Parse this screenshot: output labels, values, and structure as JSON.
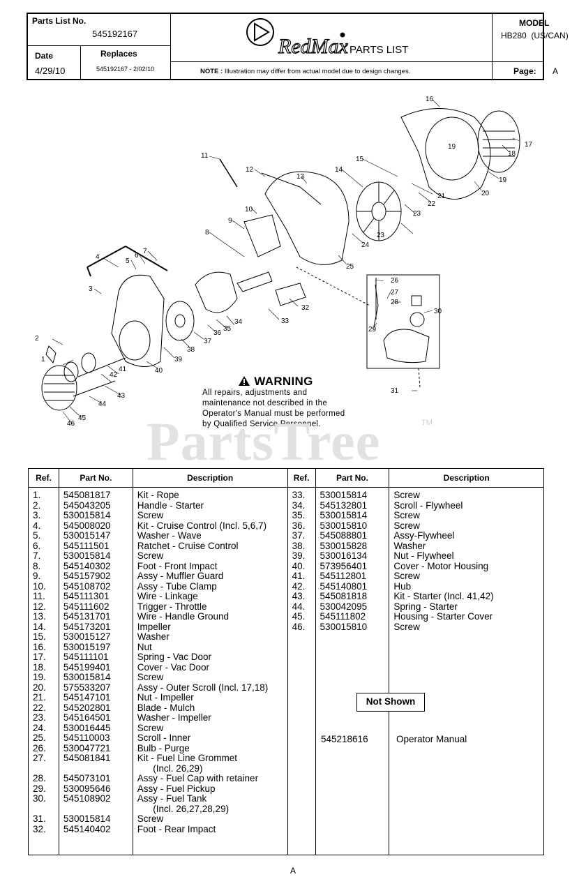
{
  "header": {
    "parts_list_no_label": "Parts List No.",
    "parts_list_no": "545192167",
    "date_label": "Date",
    "date": "4/29/10",
    "replaces_label": "Replaces",
    "replaces": "545192167 - 2/02/10",
    "brand": "RedMax",
    "title": "PARTS LIST",
    "note_label": "NOTE :",
    "note": "Illustration may differ from actual model due to design changes.",
    "model_label": "MODEL",
    "model": "HB280  (US/CAN)",
    "page_label": "Page:",
    "page": "A"
  },
  "warning": {
    "title": "WARNING",
    "text": "All repairs, adjustments and maintenance not described in the Operator's Manual must be performed by Qualified Service Personnel."
  },
  "watermark": {
    "text": "PartsTree",
    "tm": "TM"
  },
  "table": {
    "headers": [
      "Ref.",
      "Part No.",
      "Description",
      "Ref.",
      "Part No.",
      "Description"
    ],
    "left_refs": "1.\n2.\n3.\n4.\n5.\n6.\n7.\n8.\n9.\n10.\n11.\n12.\n13.\n14.\n15.\n16.\n17.\n18.\n19.\n20.\n21.\n22.\n23.\n24.\n25.\n26.\n27.\n\n28.\n29.\n30.\n\n31.\n32.",
    "left_parts": "545081817\n545043205\n530015814\n545008020\n530015147\n545111501\n530015814\n545140302\n545157902\n545108702\n545111301\n545111602\n545131701\n545173201\n530015127\n530015197\n545111101\n545199401\n530015814\n575533207\n545147101\n545202801\n545164501\n530016445\n545110003\n530047721\n545081841\n\n545073101\n530095646\n545108902\n\n530015814\n545140402",
    "left_desc": "Kit - Rope\nHandle - Starter\nScrew\nKit - Cruise Control (Incl. 5,6,7)\nWasher - Wave\nRatchet - Cruise Control\nScrew\nFoot - Front Impact\nAssy - Muffler Guard\nAssy - Tube Clamp\nWire - Linkage\nTrigger - Throttle\nWire - Handle Ground\nImpeller\nWasher\nNut\nSpring - Vac Door\nCover - Vac Door\nScrew\nAssy - Outer Scroll (Incl. 17,18)\nNut - Impeller\nBlade - Mulch\nWasher - Impeller\nScrew\nScroll - Inner\nBulb - Purge\nKit - Fuel Line Grommet\n      (Incl. 26,29)\nAssy - Fuel Cap with retainer\nAssy - Fuel Pickup\nAssy - Fuel Tank\n      (Incl. 26,27,28,29)\nScrew\nFoot - Rear Impact",
    "right_refs": "33.\n34.\n35.\n36.\n37.\n38.\n39.\n40.\n41.\n42.\n43.\n44.\n45.\n46.",
    "right_parts": "530015814\n545132801\n530015814\n530015810\n545088801\n530015828\n530016134\n573956401\n545112801\n545140801\n545081818\n530042095\n545111802\n530015810",
    "right_desc": "Screw\nScroll - Flywheel\nScrew\nScrew\nAssy-Flywheel\nWasher\nNut - Flywheel\nCover - Motor Housing\nScrew\nHub\nKit - Starter (Incl. 41,42)\nSpring - Starter\nHousing - Starter Cover\nScrew",
    "not_shown_label": "Not Shown",
    "not_shown_part": "545218616",
    "not_shown_desc": "Operator Manual"
  },
  "footer": {
    "page": "A"
  },
  "callouts": [
    "1",
    "2",
    "3",
    "4",
    "5",
    "6",
    "7",
    "8",
    "9",
    "10",
    "11",
    "12",
    "13",
    "14",
    "15",
    "16",
    "17",
    "18",
    "19",
    "19",
    "20",
    "21",
    "22",
    "23",
    "23",
    "24",
    "25",
    "26",
    "27",
    "28",
    "29",
    "30",
    "31",
    "32",
    "33",
    "34",
    "35",
    "36",
    "37",
    "38",
    "39",
    "40",
    "41",
    "42",
    "43",
    "44",
    "45",
    "46"
  ]
}
